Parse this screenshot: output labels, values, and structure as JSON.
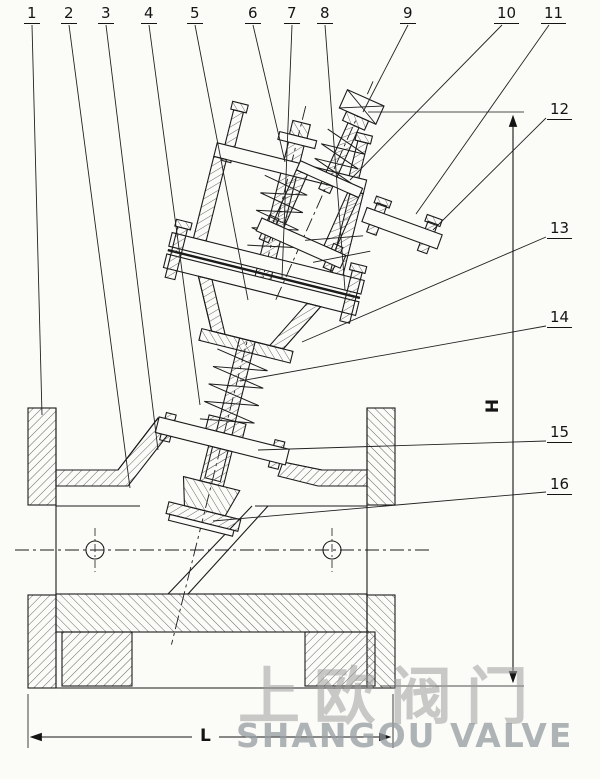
{
  "drawing": {
    "callouts": [
      "1",
      "2",
      "3",
      "4",
      "5",
      "6",
      "7",
      "8",
      "9",
      "10",
      "11",
      "12",
      "13",
      "14",
      "15",
      "16"
    ],
    "dimensions": {
      "height_label": "H",
      "length_label": "L"
    },
    "watermark": {
      "line1": "上欧阀门",
      "line2": "SHANGOU VALVE"
    }
  }
}
